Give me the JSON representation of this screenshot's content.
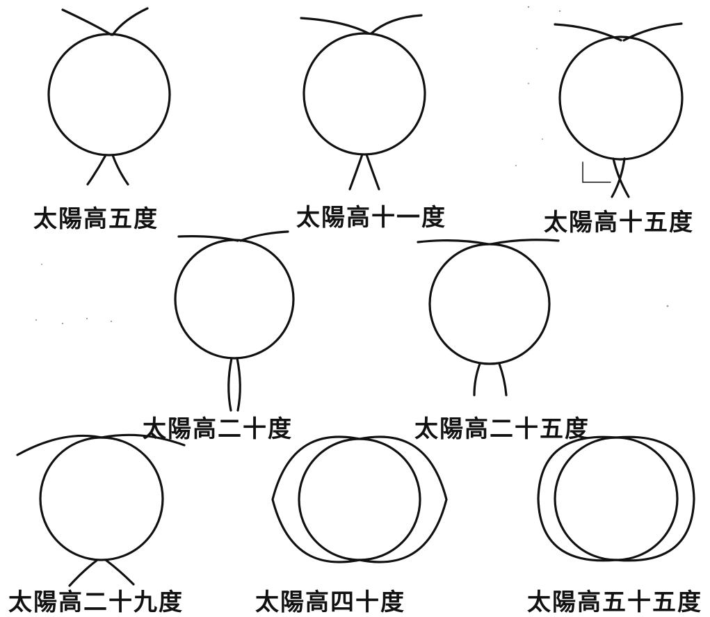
{
  "figures": [
    {
      "label": "太陽高五度",
      "altitude_deg": 5
    },
    {
      "label": "太陽高十一度",
      "altitude_deg": 11
    },
    {
      "label": "太陽高十五度",
      "altitude_deg": 15
    },
    {
      "label": "太陽高二十度",
      "altitude_deg": 20
    },
    {
      "label": "太陽高二十五度",
      "altitude_deg": 25
    },
    {
      "label": "太陽高二十九度",
      "altitude_deg": 29
    },
    {
      "label": "太陽高四十度",
      "altitude_deg": 40
    },
    {
      "label": "太陽高五十五度",
      "altitude_deg": 55
    }
  ],
  "colors": {
    "ink": "#111111",
    "paper": "#ffffff"
  }
}
